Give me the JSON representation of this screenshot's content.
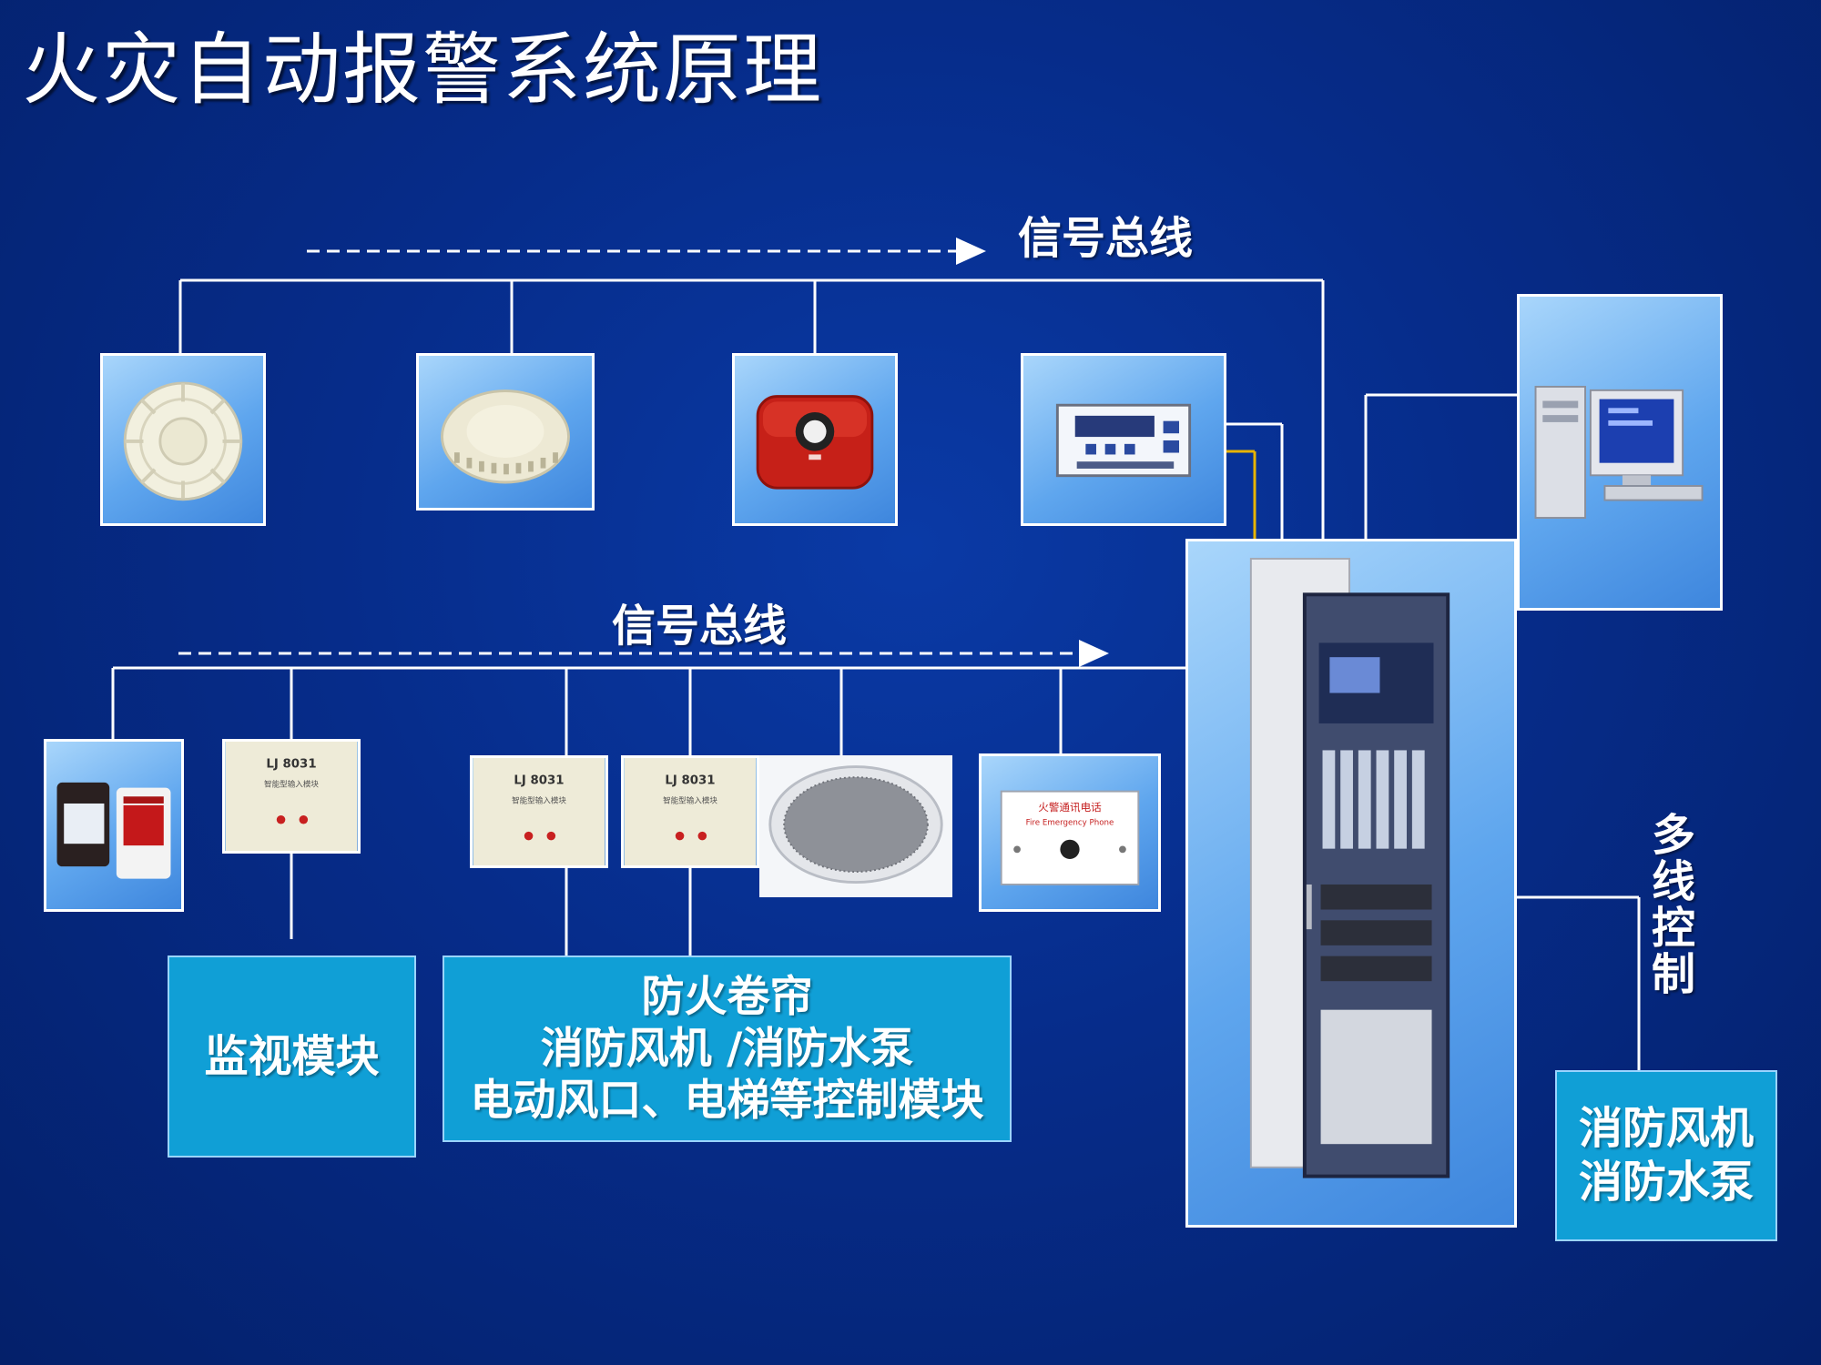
{
  "title": "火灾自动报警系统原理",
  "buses": {
    "top_label": "信号总线",
    "mid_label": "信号总线"
  },
  "devices": {
    "heat_detector": "heat-detector-icon",
    "smoke_detector": "smoke-detector-icon",
    "manual_call_point": "manual-alarm-button-icon",
    "repeater_display": "repeater-display-icon",
    "computer": "computer-workstation-icon",
    "control_cabinet": "fire-control-cabinet-icon",
    "sounder_strobe": "sounder-strobe-icon",
    "module_1": "io-module-icon",
    "module_2": "io-module-icon",
    "module_3": "io-module-icon",
    "speaker": "ceiling-speaker-icon",
    "phone_jack": "fire-phone-jack-icon"
  },
  "module_text": {
    "brand": "LJ 8031",
    "sub": "智能型输入模块"
  },
  "phone_text": {
    "cn": "火警通讯电话",
    "en": "Fire Emergency Phone"
  },
  "boxes": {
    "monitor": [
      "监视模块"
    ],
    "control": [
      "防火卷帘",
      "消防风机 /消防水泵",
      "电动风口、电梯等控制模块"
    ],
    "pump": [
      "消防风机",
      "消防水泵"
    ]
  },
  "multiline": [
    "多",
    "线",
    "控",
    "制"
  ],
  "colors": {
    "background": "#062c8a",
    "label_box": "#109fd6",
    "line": "#ffffff",
    "accent_line": "#e8b400"
  }
}
